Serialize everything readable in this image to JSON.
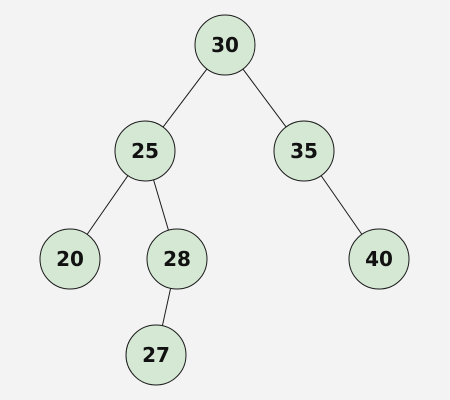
{
  "colors": {
    "background": "#f3f3f3",
    "node_fill": "#d5e8d4",
    "node_stroke": "#1a1a1a",
    "edge": "#1a1a1a",
    "text": "#111111"
  },
  "tree": {
    "nodes": [
      {
        "id": "n30",
        "label": "30"
      },
      {
        "id": "n25",
        "label": "25"
      },
      {
        "id": "n35",
        "label": "35"
      },
      {
        "id": "n20",
        "label": "20"
      },
      {
        "id": "n28",
        "label": "28"
      },
      {
        "id": "n40",
        "label": "40"
      },
      {
        "id": "n27",
        "label": "27"
      }
    ],
    "edges": [
      {
        "from": "n30",
        "to": "n25"
      },
      {
        "from": "n30",
        "to": "n35"
      },
      {
        "from": "n25",
        "to": "n20"
      },
      {
        "from": "n25",
        "to": "n28"
      },
      {
        "from": "n35",
        "to": "n40"
      },
      {
        "from": "n28",
        "to": "n27"
      }
    ]
  }
}
